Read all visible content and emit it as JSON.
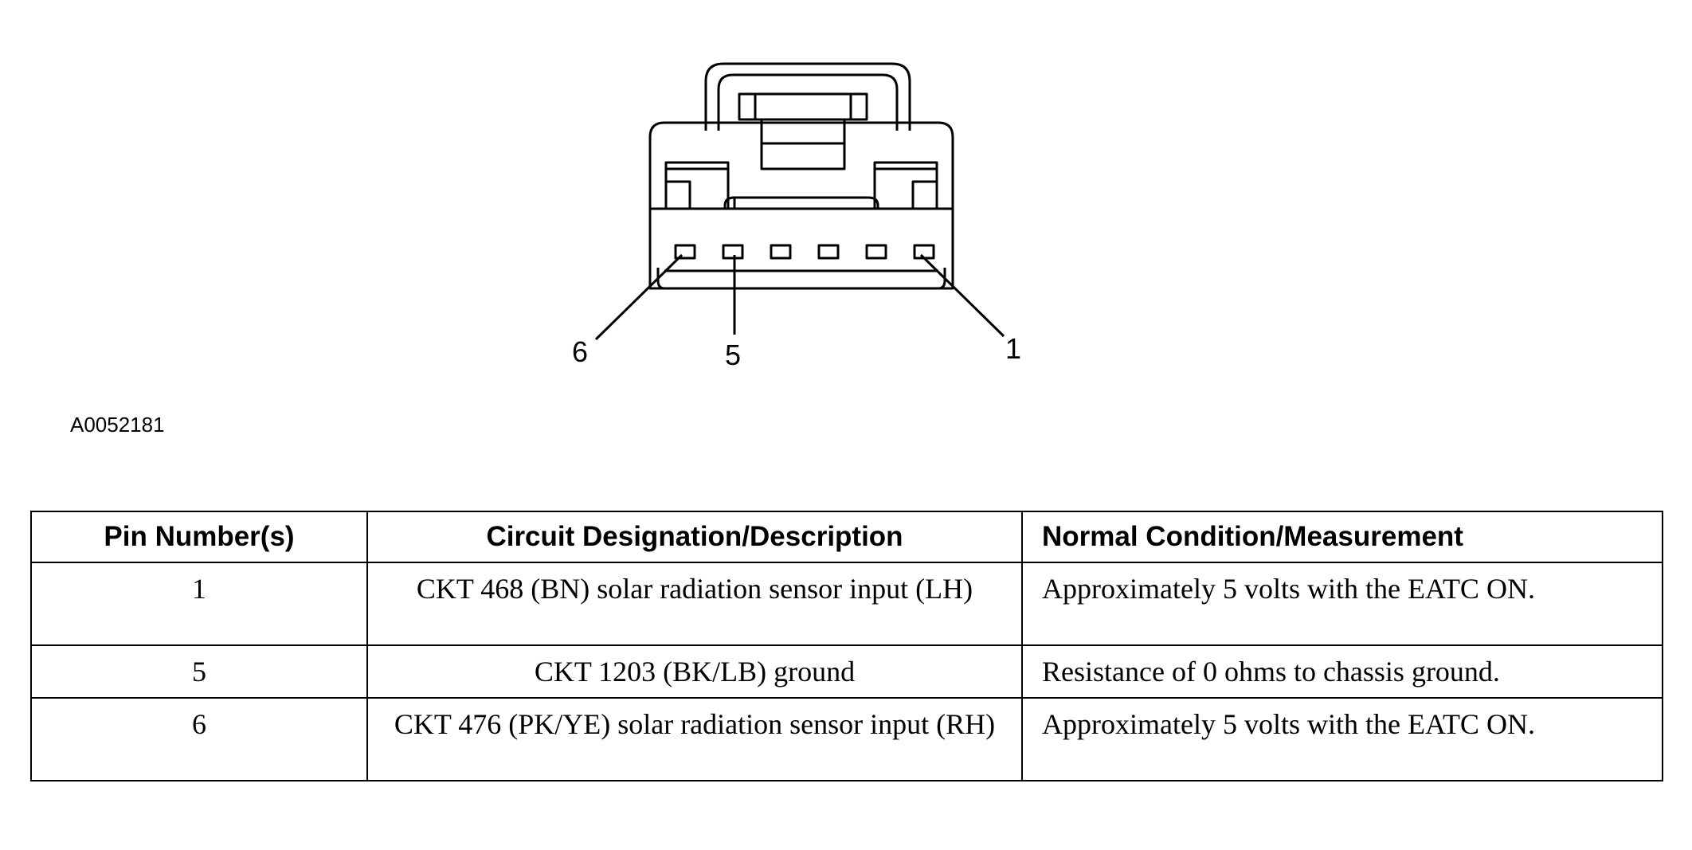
{
  "diagram": {
    "figure_id": "A0052181",
    "pin_callouts": [
      "6",
      "5",
      "1"
    ]
  },
  "table": {
    "headers": [
      "Pin Number(s)",
      "Circuit Designation/Description",
      "Normal Condition/Measurement"
    ],
    "rows": [
      {
        "pin": "1",
        "circuit": "CKT 468 (BN) solar radiation sensor input (LH)",
        "condition": "Approximately 5 volts with the EATC ON."
      },
      {
        "pin": "5",
        "circuit": "CKT 1203 (BK/LB) ground",
        "condition": "Resistance of 0 ohms to chassis ground."
      },
      {
        "pin": "6",
        "circuit": "CKT 476 (PK/YE) solar radiation sensor input (RH)",
        "condition": "Approximately 5 volts with the EATC ON."
      }
    ]
  }
}
